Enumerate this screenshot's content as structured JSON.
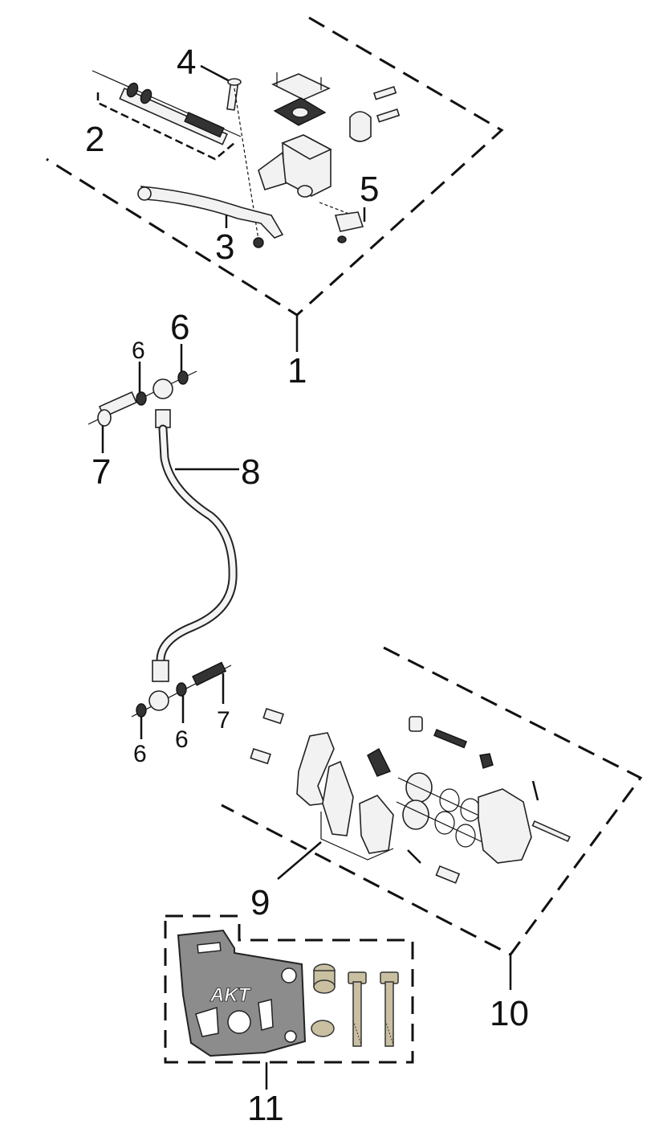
{
  "callouts": {
    "c1": "1",
    "c2": "2",
    "c3": "3",
    "c4": "4",
    "c5": "5",
    "c6a": "6",
    "c6b": "6",
    "c6c": "6",
    "c6d": "6",
    "c7a": "7",
    "c7b": "7",
    "c8": "8",
    "c9": "9",
    "c10": "10",
    "c11": "11"
  },
  "plate_logo": "AKT",
  "colors": {
    "line": "#111111",
    "plate": "#8c8c8c",
    "bolt": "#c8c0a0"
  }
}
